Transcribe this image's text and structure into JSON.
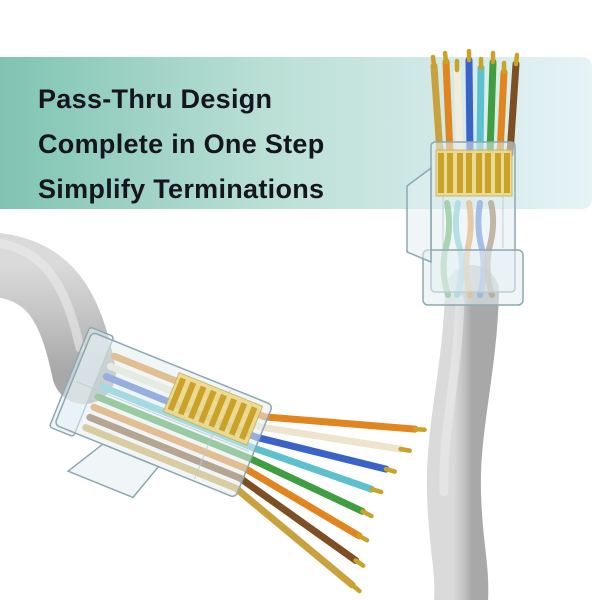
{
  "banner": {
    "line1": "Pass-Thru Design",
    "line2": "Complete in One Step",
    "line3": "Simplify Terminations"
  },
  "colors": {
    "banner_gradient": [
      "#7fc4b2",
      "#badfd5",
      "#e6f3f7"
    ],
    "banner_text": "#15151f",
    "cable_light": "#dadada",
    "cable_mid": "#c6c6c6",
    "cable_dark": "#a8a8a8",
    "gold": "#c9a227",
    "pin_band": "#ecd98b",
    "wires": [
      "#e1861f",
      "#f2ecdc",
      "#3a63c8",
      "#5cc0cf",
      "#3f9e3f",
      "#7d4f23",
      "#caa23d",
      "#ece4cc"
    ]
  }
}
